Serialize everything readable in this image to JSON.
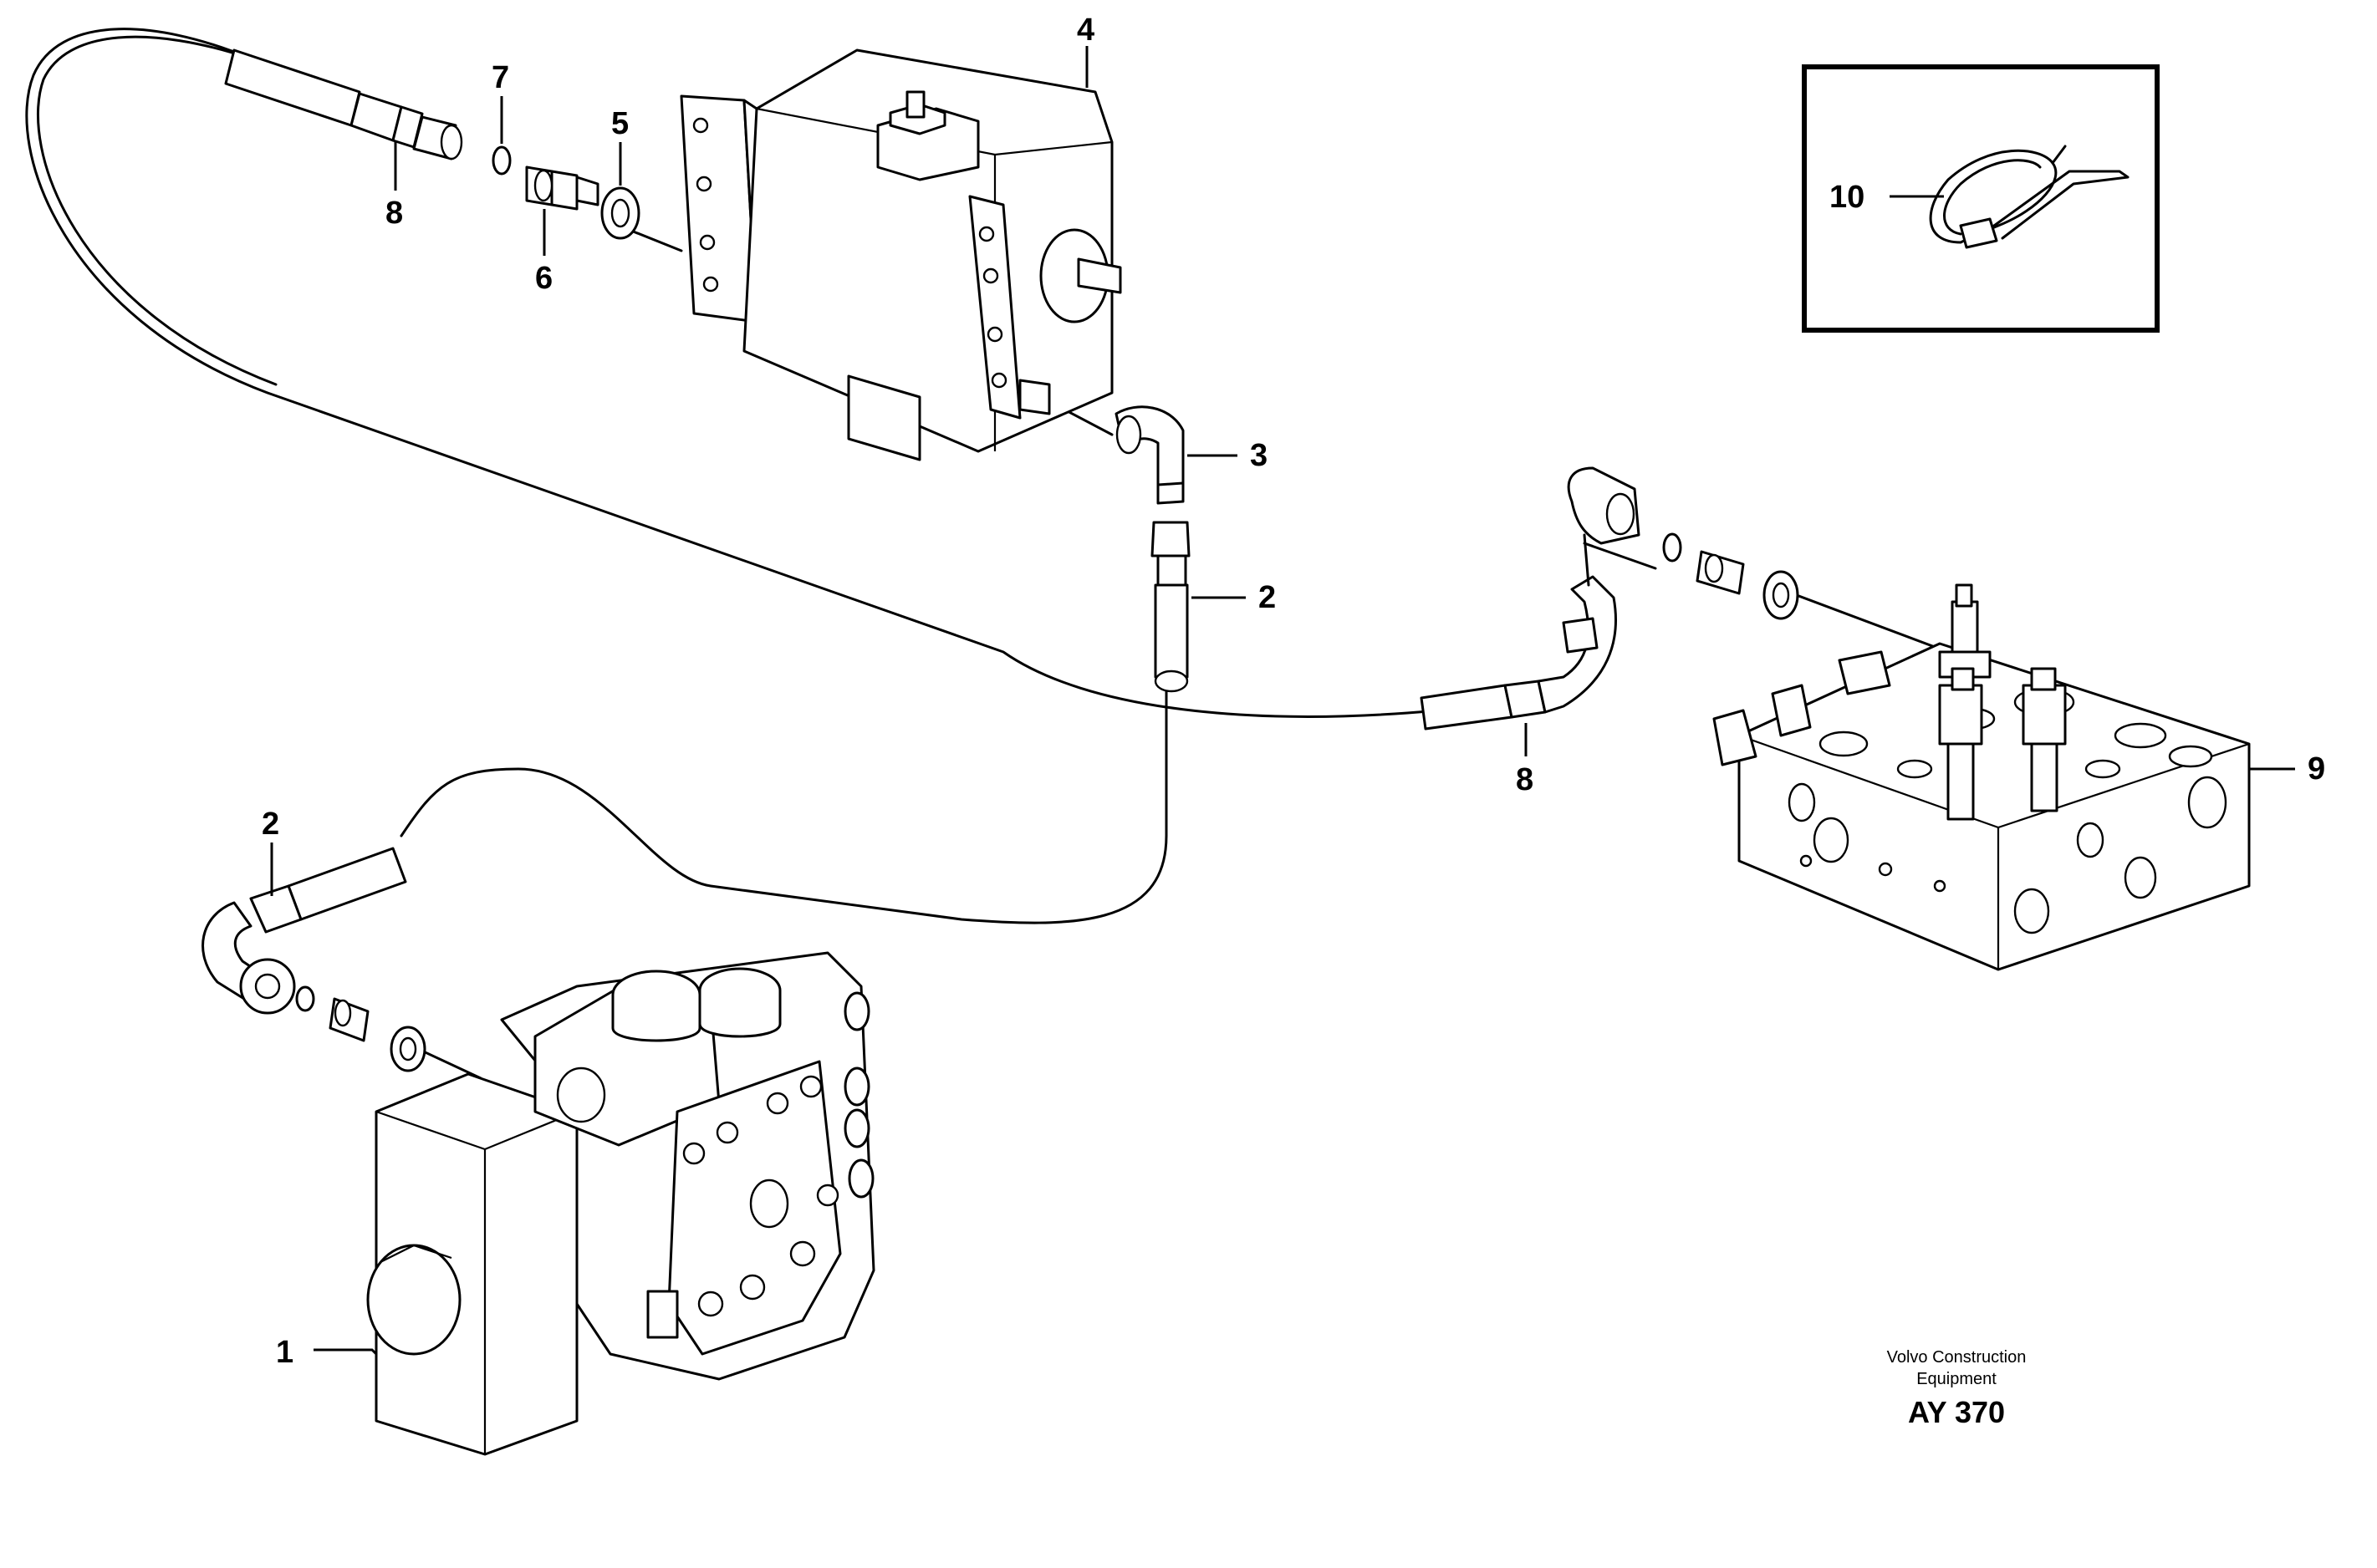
{
  "callouts": {
    "c1": "1",
    "c2_top": "2",
    "c2_left": "2",
    "c3": "3",
    "c4": "4",
    "c5": "5",
    "c6": "6",
    "c7": "7",
    "c8_top": "8",
    "c8_mid": "8",
    "c9": "9",
    "c10": "10"
  },
  "footer": {
    "credit_line1": "Volvo Construction",
    "credit_line2": "Equipment",
    "figure_code": "AY 370"
  }
}
